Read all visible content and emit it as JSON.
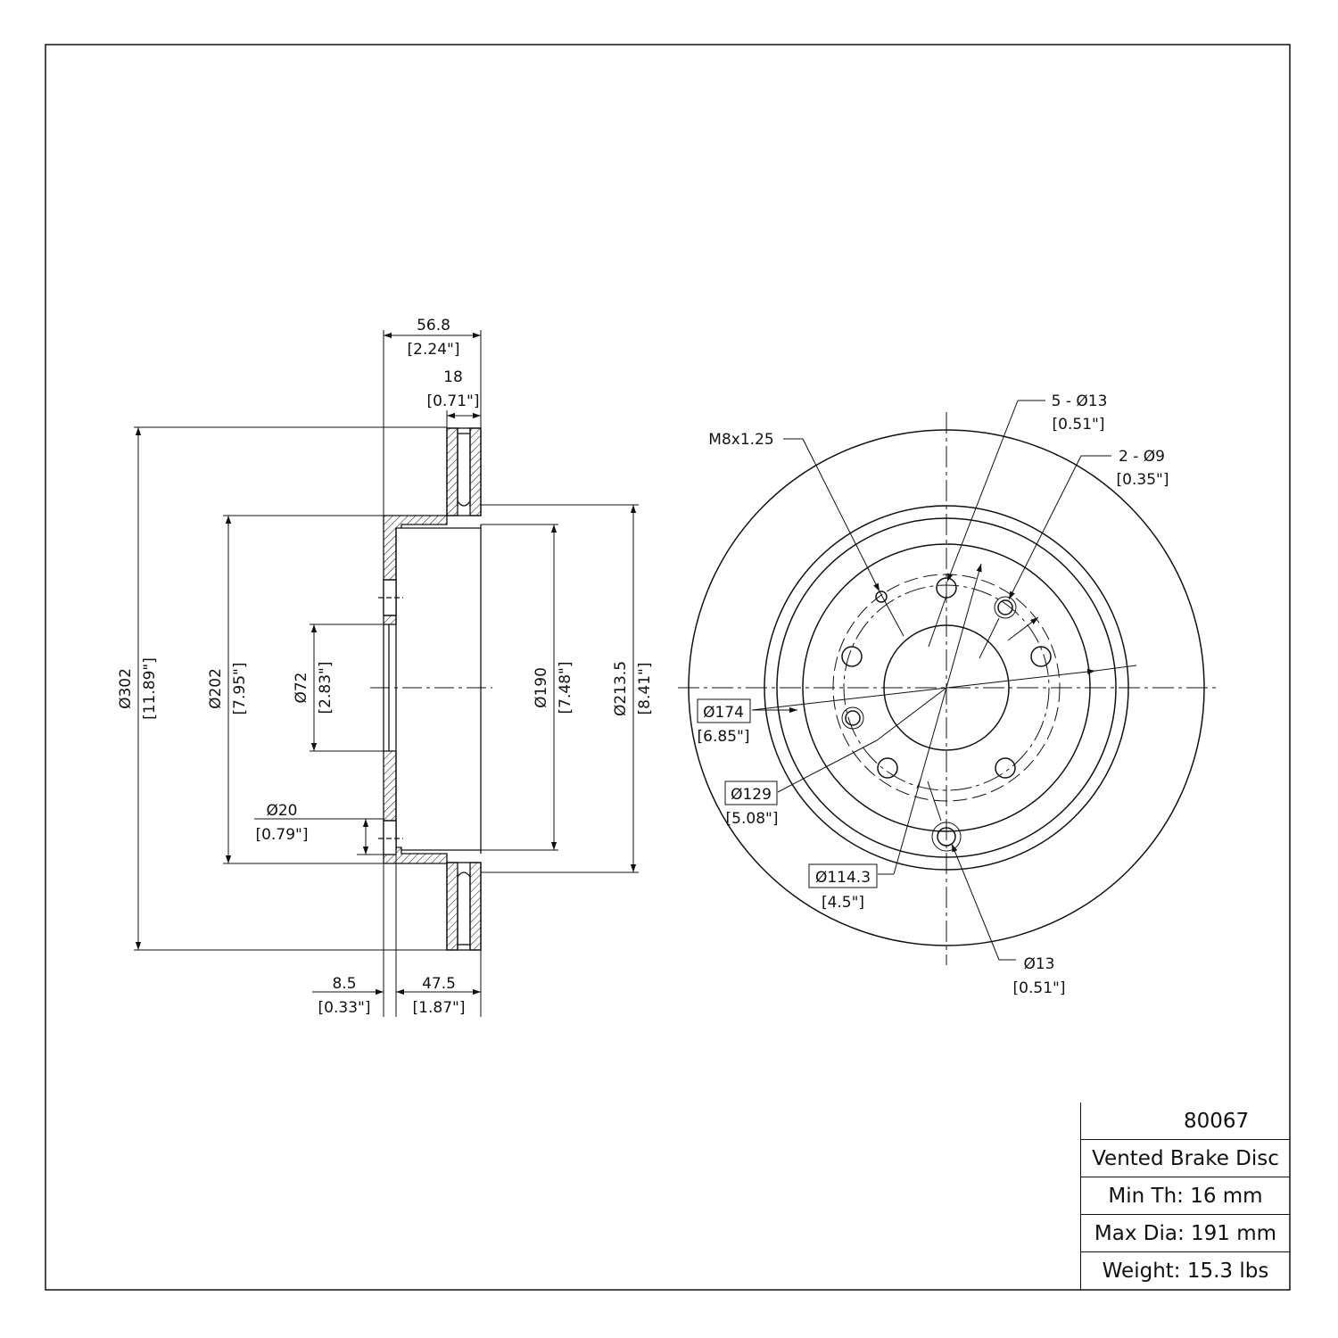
{
  "title_block": {
    "part_number": "80067",
    "description": "Vented Brake Disc",
    "min_thickness": "Min Th: 16 mm",
    "max_diameter": "Max Dia: 191 mm",
    "weight": "Weight: 15.3 lbs"
  },
  "side_view": {
    "overall_width": {
      "mm": "56.8",
      "in": "[2.24\"]"
    },
    "disc_thickness": {
      "mm": "18",
      "in": "[0.71\"]"
    },
    "outer_diameter": {
      "mm": "Ø302",
      "in": "[11.89\"]"
    },
    "hat_diameter": {
      "mm": "Ø202",
      "in": "[7.95\"]"
    },
    "center_bore": {
      "mm": "Ø72",
      "in": "[2.83\"]"
    },
    "inner_diameter": {
      "mm": "Ø190",
      "in": "[7.48\"]"
    },
    "step_diameter": {
      "mm": "Ø213.5",
      "in": "[8.41\"]"
    },
    "pilot_hole": {
      "mm": "Ø20",
      "in": "[0.79\"]"
    },
    "hat_thickness": {
      "mm": "8.5",
      "in": "[0.33\"]"
    },
    "hat_depth": {
      "mm": "47.5",
      "in": "[1.87\"]"
    }
  },
  "front_view": {
    "threaded_hole": {
      "label": "M8x1.25"
    },
    "stud_holes": {
      "mm": "5 - Ø13",
      "in": "[0.51\"]"
    },
    "locator_holes": {
      "mm": "2 - Ø9",
      "in": "[0.35\"]"
    },
    "circle_174": {
      "mm": "Ø174",
      "in": "[6.85\"]"
    },
    "circle_129": {
      "mm": "Ø129",
      "in": "[5.08\"]"
    },
    "bolt_circle": {
      "mm": "Ø114.3",
      "in": "[4.5\"]"
    },
    "hole_13": {
      "mm": "Ø13",
      "in": "[0.51\"]"
    }
  }
}
